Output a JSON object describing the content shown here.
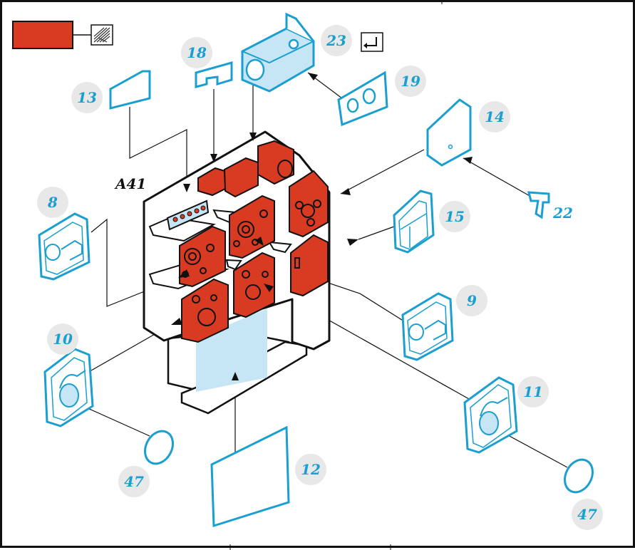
{
  "colors": {
    "red_paint": "#d93a22",
    "clear_part": "#1a9fd0",
    "clear_fill": "#c6e6f6",
    "badge": "#e8e8e8",
    "outline": "#111111"
  },
  "legend": {
    "swatch_color": "#d93a22",
    "etch_icon": "etched-mesh-icon",
    "fold_icon": "fold-arrow-icon"
  },
  "reference_label": "A41",
  "parts": {
    "p13": "13",
    "p18": "18",
    "p23": "23",
    "p19": "19",
    "p14": "14",
    "p22": "22",
    "p8": "8",
    "p15": "15",
    "p9": "9",
    "p10": "10",
    "p11": "11",
    "p12": "12",
    "p47_left": "47",
    "p47_right": "47"
  }
}
